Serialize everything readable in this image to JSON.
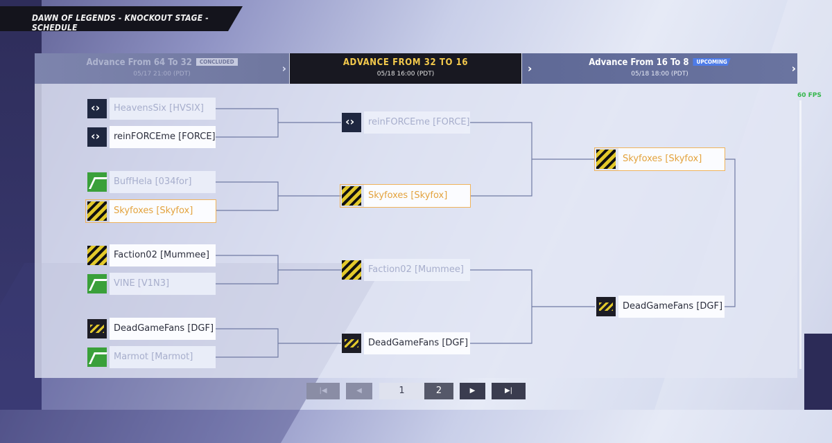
{
  "header": {
    "title": "DAWN OF LEGENDS - KNOCKOUT STAGE - SCHEDULE"
  },
  "rounds": [
    {
      "title": "Advance From 64 To 32",
      "badge": "CONCLUDED",
      "time": "05/17 21:00 (PDT)"
    },
    {
      "title": "ADVANCE FROM 32 TO 16",
      "badge": "",
      "time": "05/18 16:00 (PDT)"
    },
    {
      "title": "Advance From 16 To 8",
      "badge": "UPCOMING",
      "time": "05/18 18:00 (PDT)"
    }
  ],
  "round1": [
    {
      "name": "HeavensSix [HVSIX]",
      "logo": "navy-logo",
      "state": "lose"
    },
    {
      "name": "reinFORCEme [FORCE]",
      "logo": "navy-logo",
      "state": "win"
    },
    {
      "name": "BuffHela [034for]",
      "logo": "green-logo",
      "state": "lose"
    },
    {
      "name": "Skyfoxes [Skyfox]",
      "logo": "yellow-logo",
      "state": "gold"
    },
    {
      "name": "Faction02 [Mummee]",
      "logo": "yellow-logo",
      "state": "win"
    },
    {
      "name": "VINE [V1N3]",
      "logo": "green-logo",
      "state": "lose"
    },
    {
      "name": "DeadGameFans [DGF]",
      "logo": "dark-logo",
      "state": "win"
    },
    {
      "name": "Marmot [Marmot]",
      "logo": "green-logo",
      "state": "lose"
    }
  ],
  "round2": [
    {
      "name": "reinFORCEme [FORCE]",
      "logo": "navy-logo",
      "state": "lose"
    },
    {
      "name": "Skyfoxes [Skyfox]",
      "logo": "yellow-logo",
      "state": "gold"
    },
    {
      "name": "Faction02 [Mummee]",
      "logo": "yellow-logo",
      "state": "lose"
    },
    {
      "name": "DeadGameFans [DGF]",
      "logo": "dark-logo",
      "state": "win"
    }
  ],
  "round3": [
    {
      "name": "Skyfoxes [Skyfox]",
      "logo": "yellow-logo",
      "state": "gold"
    },
    {
      "name": "DeadGameFans [DGF]",
      "logo": "dark-logo",
      "state": "win"
    }
  ],
  "overlay": {
    "fps": "60 FPS"
  },
  "pagination": {
    "pages": [
      "1",
      "2"
    ],
    "current": "1"
  },
  "colors": {
    "accent_gold": "#f3c94c",
    "winner_orange": "#e3a23c",
    "badge_blue": "#4e7ce8",
    "fps_green": "#32b64a"
  }
}
